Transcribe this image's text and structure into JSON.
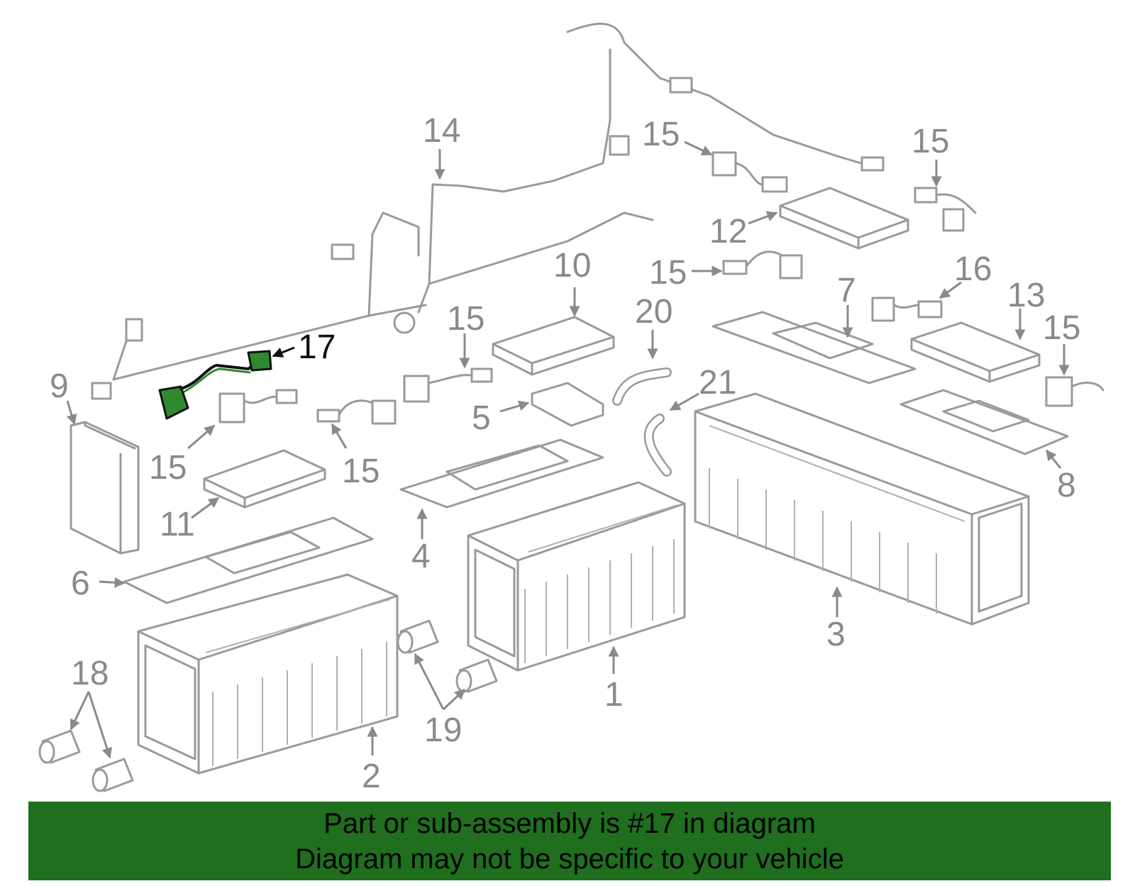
{
  "diagram": {
    "callouts": {
      "c1": "1",
      "c2": "2",
      "c3": "3",
      "c4": "4",
      "c5": "5",
      "c6": "6",
      "c7": "7",
      "c8": "8",
      "c9": "9",
      "c10": "10",
      "c11": "11",
      "c12": "12",
      "c13": "13",
      "c14": "14",
      "c15a": "15",
      "c15b": "15",
      "c15c": "15",
      "c15d": "15",
      "c15e": "15",
      "c15f": "15",
      "c15g": "15",
      "c16": "16",
      "c17": "17",
      "c18": "18",
      "c19": "19",
      "c20": "20",
      "c21": "21"
    },
    "highlighted_callout": "17",
    "colors": {
      "highlight": "#2f8a2f",
      "banner": "#1f6f1f",
      "part_line": "#9a9a9a"
    }
  },
  "banner": {
    "line1": "Part or sub-assembly is #17 in diagram",
    "line2": "Diagram may not be specific to your vehicle"
  }
}
